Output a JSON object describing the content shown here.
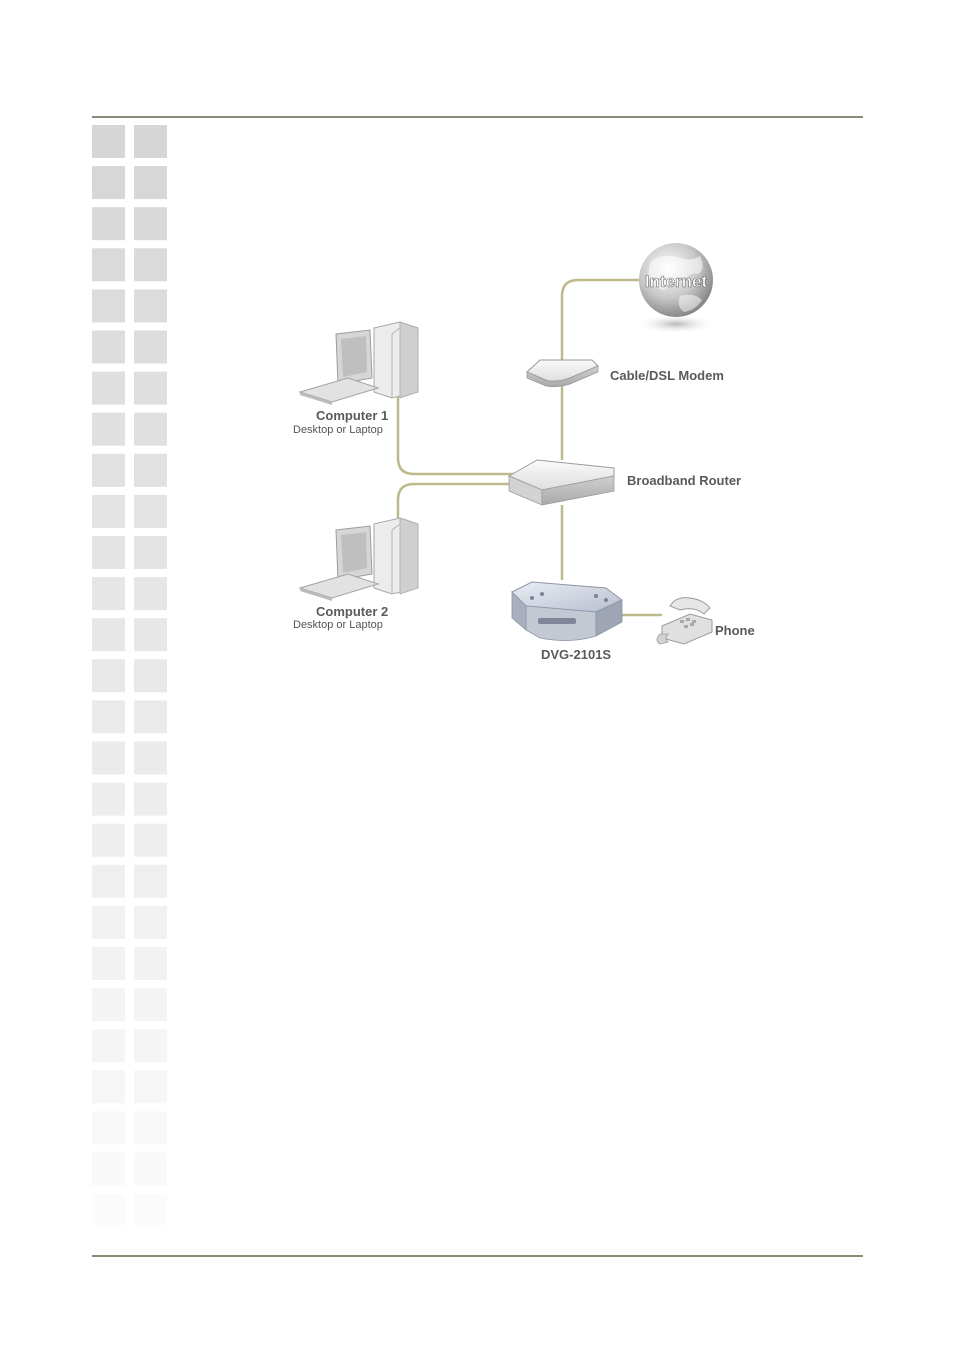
{
  "nodes": {
    "internet": {
      "label": "Internet"
    },
    "modem": {
      "label": "Cable/DSL Modem"
    },
    "router": {
      "label": "Broadband Router"
    },
    "computer1": {
      "label": "Computer 1",
      "sublabel": "Desktop or Laptop"
    },
    "computer2": {
      "label": "Computer 2",
      "sublabel": "Desktop or Laptop"
    },
    "device": {
      "label": "DVG-2101S"
    },
    "phone": {
      "label": "Phone"
    }
  },
  "edges": [
    {
      "from": "internet",
      "to": "modem"
    },
    {
      "from": "modem",
      "to": "router"
    },
    {
      "from": "computer1",
      "to": "router"
    },
    {
      "from": "computer2",
      "to": "router"
    },
    {
      "from": "router",
      "to": "device"
    },
    {
      "from": "device",
      "to": "phone"
    }
  ],
  "colors": {
    "cable": "#bdb98a",
    "rule": "#8a8a78",
    "tile": "#d6d6d6"
  }
}
